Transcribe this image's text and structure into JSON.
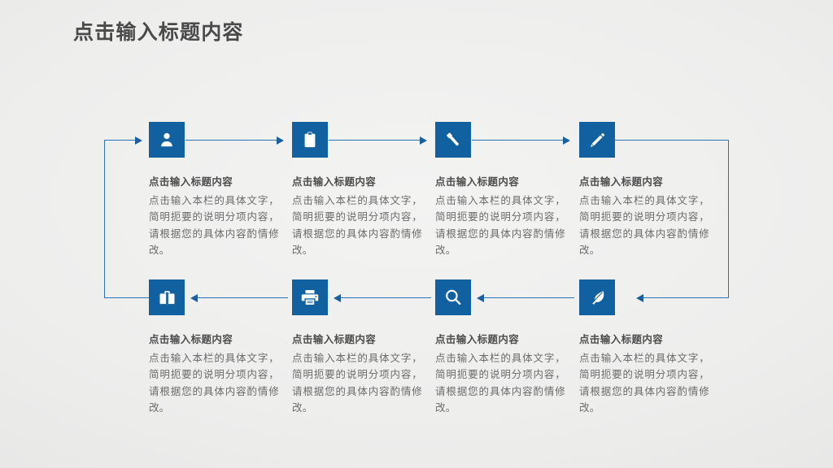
{
  "slide": {
    "title": "点击输入标题内容",
    "accent_color": "#11609f",
    "connector_color": "#2a74b4",
    "title_color": "#4a4a4a",
    "body_color": "#6b6b6b",
    "background_color": "#eeeeed"
  },
  "nodes": [
    {
      "icon": "person-icon",
      "title": "点击输入标题内容",
      "body": "点击输入本栏的具体文字，简明扼要的说明分项内容，请根据您的具体内容酌情修改。"
    },
    {
      "icon": "clipboard-icon",
      "title": "点击输入标题内容",
      "body": "点击输入本栏的具体文字，简明扼要的说明分项内容，请根据您的具体内容酌情修改。"
    },
    {
      "icon": "flashlight-icon",
      "title": "点击输入标题内容",
      "body": "点击输入本栏的具体文字，简明扼要的说明分项内容，请根据您的具体内容酌情修改。"
    },
    {
      "icon": "pencil-icon",
      "title": "点击输入标题内容",
      "body": "点击输入本栏的具体文字，简明扼要的说明分项内容，请根据您的具体内容酌情修改。"
    },
    {
      "icon": "briefcase-icon",
      "title": "点击输入标题内容",
      "body": "点击输入本栏的具体文字，简明扼要的说明分项内容，请根据您的具体内容酌情修改。"
    },
    {
      "icon": "printer-icon",
      "title": "点击输入标题内容",
      "body": "点击输入本栏的具体文字，简明扼要的说明分项内容，请根据您的具体内容酌情修改。"
    },
    {
      "icon": "search-icon",
      "title": "点击输入标题内容",
      "body": "点击输入本栏的具体文字，简明扼要的说明分项内容，请根据您的具体内容酌情修改。"
    },
    {
      "icon": "feather-icon",
      "title": "点击输入标题内容",
      "body": "点击输入本栏的具体文字，简明扼要的说明分项内容，请根据您的具体内容酌情修改。"
    }
  ]
}
